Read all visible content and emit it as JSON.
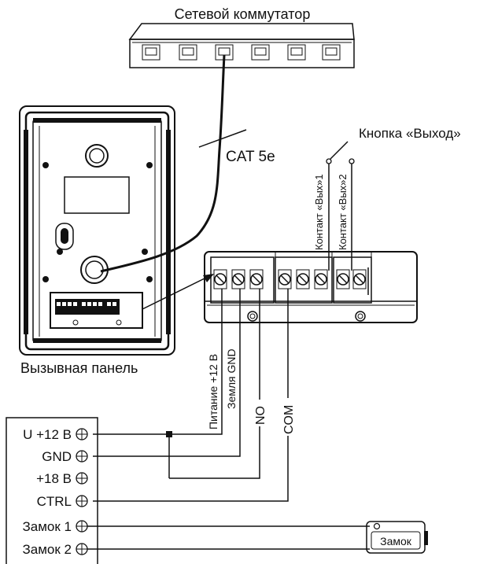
{
  "labels": {
    "network_switch": "Сетевой коммутатор",
    "cable": "CAT 5e",
    "exit_button": "Кнопка «Выход»",
    "exit_contact_1": "Контакт «Вых»1",
    "exit_contact_2": "Контакт «Вых»2",
    "call_panel": "Вызывная панель",
    "power_12v": "Питание +12 В",
    "ground": "Земля GND",
    "no": "NO",
    "com": "COM",
    "lock": "Замок"
  },
  "power_unit": {
    "terminals": [
      "U +12 В",
      "GND",
      "+18 В",
      "CTRL",
      "Замок 1",
      "Замок 2"
    ]
  },
  "icons": {
    "terminal_screw": "terminal-screw-icon",
    "ethernet_port": "ethernet-port-icon"
  }
}
